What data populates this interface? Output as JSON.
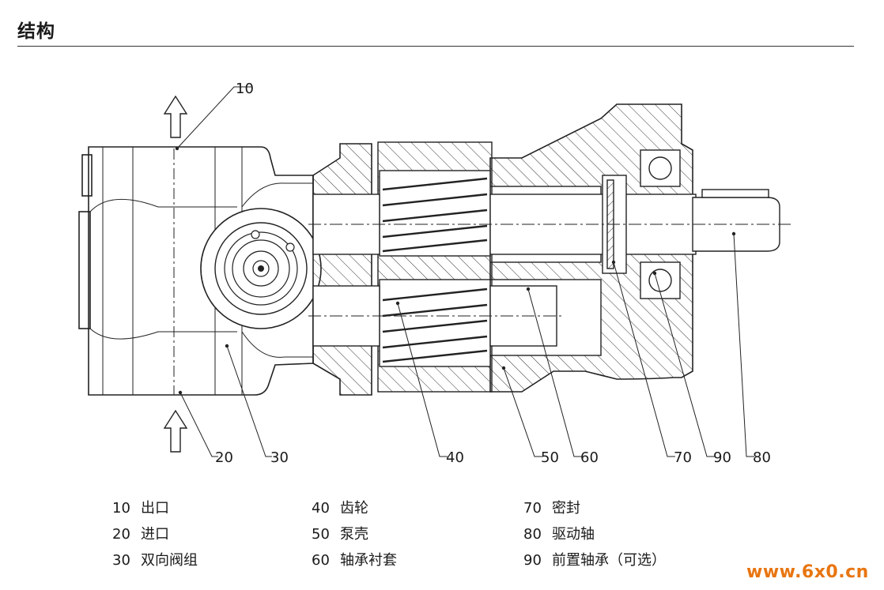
{
  "header": {
    "title": "结构"
  },
  "callouts": [
    "10",
    "20",
    "30",
    "40",
    "50",
    "60",
    "70",
    "90",
    "80"
  ],
  "legend": [
    {
      "num": "10",
      "label": "出口"
    },
    {
      "num": "20",
      "label": "进口"
    },
    {
      "num": "30",
      "label": "双向阀组"
    },
    {
      "num": "40",
      "label": "齿轮"
    },
    {
      "num": "50",
      "label": "泵壳"
    },
    {
      "num": "60",
      "label": "轴承衬套"
    },
    {
      "num": "70",
      "label": "密封"
    },
    {
      "num": "80",
      "label": "驱动轴"
    },
    {
      "num": "90",
      "label": "前置轴承（可选）"
    }
  ],
  "watermark": "www.6x0.cn"
}
